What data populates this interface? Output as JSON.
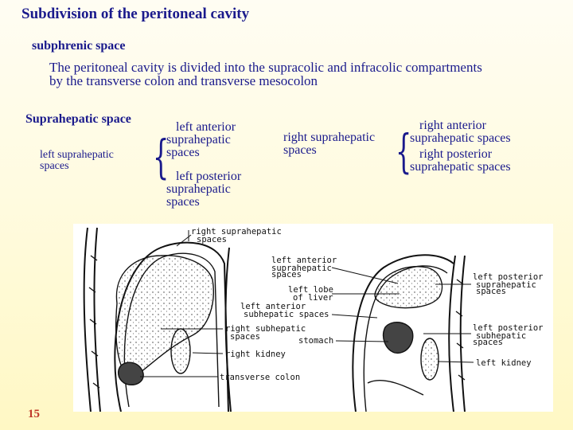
{
  "slide": {
    "title": "Subdivision of the peritoneal cavity",
    "subtitle": "subphrenic space",
    "paragraph": "The peritoneal cavity is divided into the supracolic and infracolic compartments by the transverse colon and transverse mesocolon",
    "section_title": "Suprahepatic space",
    "page_number": "15"
  },
  "left_group": {
    "label_line1": "left suprahepatic",
    "label_line2": "spaces",
    "anterior": [
      "left anterior",
      "suprahepatic",
      "spaces"
    ],
    "posterior": [
      "left posterior",
      "suprahepatic",
      "spaces"
    ]
  },
  "right_group": {
    "label_line1": "right suprahepatic",
    "label_line2": "spaces",
    "anterior": [
      "right  anterior",
      "suprahepatic spaces"
    ],
    "posterior": [
      "right  posterior",
      "suprahepatic spaces"
    ]
  },
  "figure_labels": {
    "right_suprahepatic_1": "right suprahepatic",
    "right_suprahepatic_2": "spaces",
    "right_subhepatic_1": "right subhepatic",
    "right_subhepatic_2": "spaces",
    "right_kidney": "right kidney",
    "transverse_colon": "transverse colon",
    "left_anterior_supra_1": "left anterior",
    "left_anterior_supra_2": "suprahepatic",
    "left_anterior_supra_3": "spaces",
    "left_lobe_1": "left lobe",
    "left_lobe_2": "of liver",
    "left_anterior_sub_1": "left anterior",
    "left_anterior_sub_2": "subhepatic spaces",
    "stomach": "stomach",
    "left_posterior_supra_1": "left posterior",
    "left_posterior_supra_2": "suprahepatic",
    "left_posterior_supra_3": "spaces",
    "left_posterior_sub_1": "left posterior",
    "left_posterior_sub_2": "subhepatic",
    "left_posterior_sub_3": "spaces",
    "left_kidney": "left kidney"
  }
}
